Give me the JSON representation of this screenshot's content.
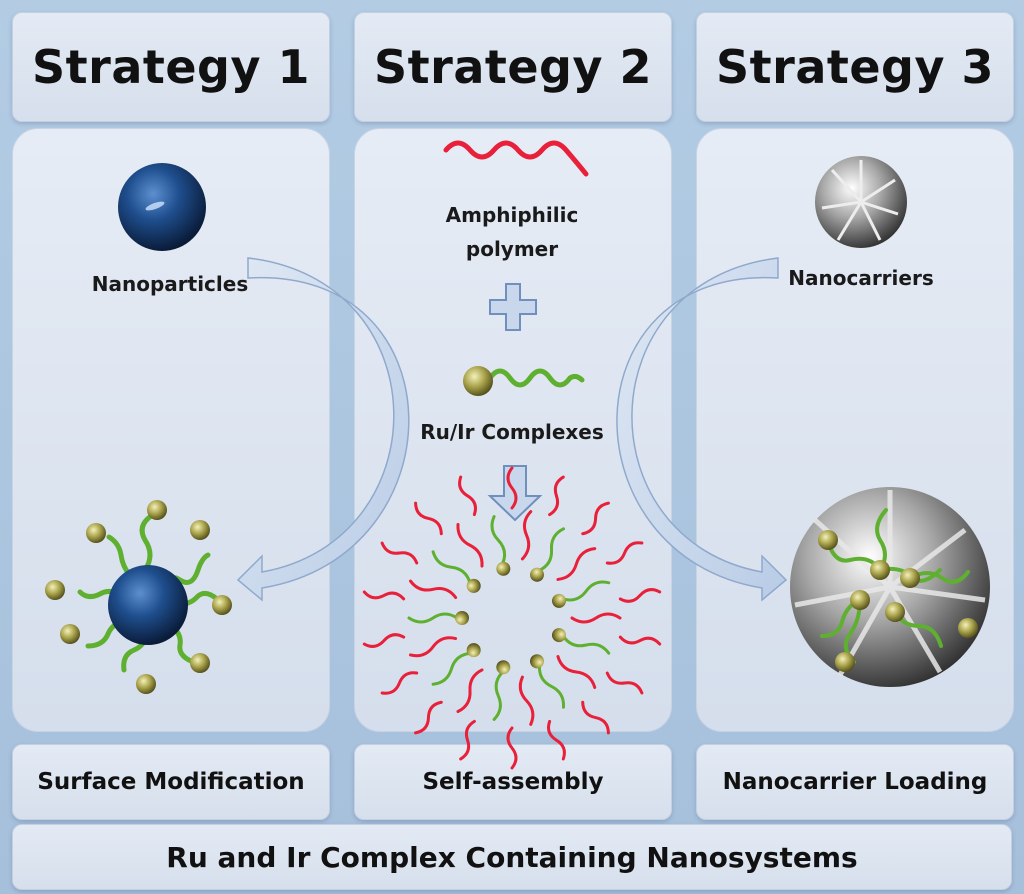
{
  "strategies": [
    {
      "title": "Strategy 1",
      "component_label": "Nanoparticles",
      "method": "Surface Modification"
    },
    {
      "title": "Strategy 2",
      "component_label_1": "Amphiphilic",
      "component_label_1b": "polymer",
      "component_label_2": "Ru/Ir Complexes",
      "method": "Self-assembly"
    },
    {
      "title": "Strategy 3",
      "component_label": "Nanocarriers",
      "method": "Nanocarrier Loading"
    }
  ],
  "banner": "Ru and Ir Complex Containing Nanosystems",
  "colors": {
    "background": "#a9c4df",
    "panel": "#e1e8f2",
    "nanoparticle": "#1d4a86",
    "polymer_red": "#e8203a",
    "ligand_green": "#5fb030",
    "complex_gold": "#a8a24a",
    "arrow": "#c7d6ea"
  }
}
